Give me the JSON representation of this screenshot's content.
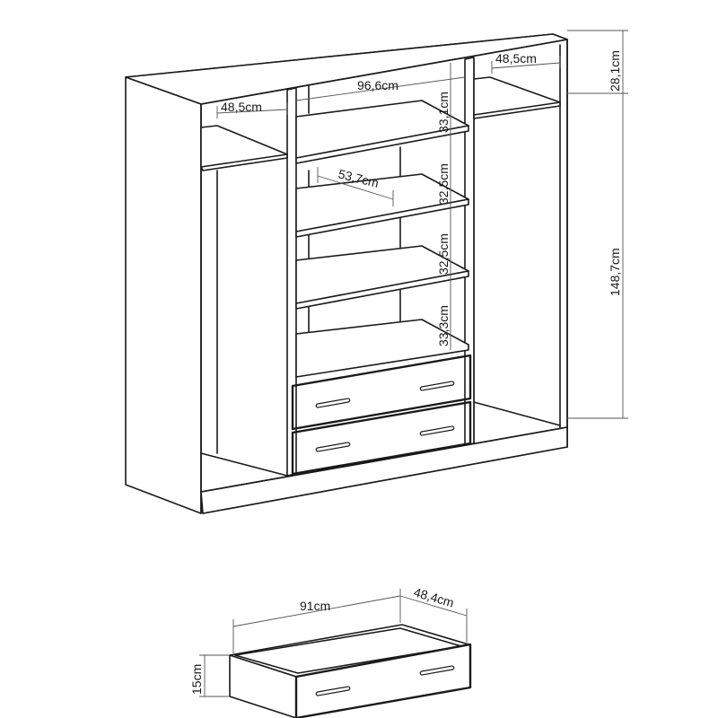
{
  "wardrobe": {
    "dimensions": {
      "top_height": "28,1cm",
      "body_height": "148,7cm",
      "left_width": "48,5cm",
      "center_width": "96,6cm",
      "right_width": "48,5cm",
      "shelf_depth": "53,7cm",
      "shelf_gap_1": "33,1cm",
      "shelf_gap_2": "32,5cm",
      "shelf_gap_3": "32,5cm",
      "shelf_gap_4": "33,3cm"
    }
  },
  "drawer": {
    "dimensions": {
      "width": "91cm",
      "depth": "48,4cm",
      "height": "15cm"
    }
  }
}
